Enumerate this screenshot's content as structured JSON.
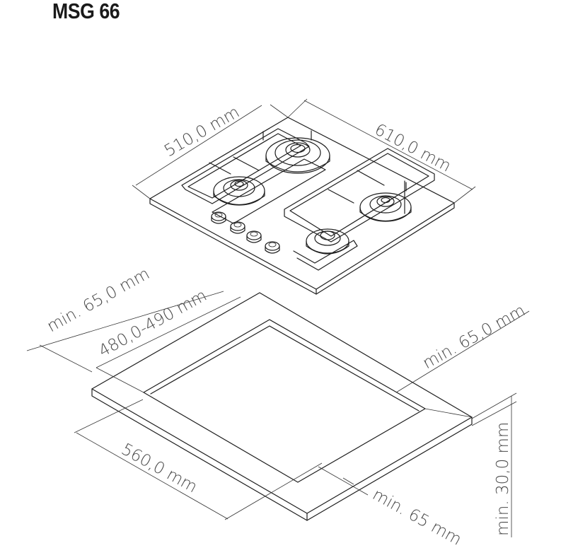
{
  "title": "MSG 66",
  "colors": {
    "line": "#1e1e1e",
    "text": "#4a4a4a",
    "background": "#ffffff"
  },
  "dimensions": {
    "hob_depth": "510,0 mm",
    "hob_width": "610,0 mm",
    "min_back": "min. 65,0 mm",
    "cutout_depth": "480,0-490 mm",
    "min_side": "min. 65,0 mm",
    "cutout_width": "560,0 mm",
    "min_front": "min. 65 mm",
    "min_thickness": "min. 30,0 mm"
  }
}
